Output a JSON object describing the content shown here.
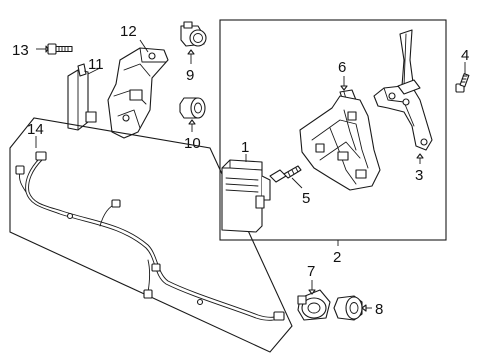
{
  "diagram": {
    "callouts": {
      "c1": "1",
      "c2": "2",
      "c3": "3",
      "c4": "4",
      "c5": "5",
      "c6": "6",
      "c7": "7",
      "c8": "8",
      "c9": "9",
      "c10": "10",
      "c11": "11",
      "c12": "12",
      "c13": "13",
      "c14": "14"
    },
    "parts": [
      {
        "callout": "1",
        "name": "control module"
      },
      {
        "callout": "2",
        "name": "module assembly"
      },
      {
        "callout": "3",
        "name": "bracket"
      },
      {
        "callout": "4",
        "name": "bolt"
      },
      {
        "callout": "5",
        "name": "screw"
      },
      {
        "callout": "6",
        "name": "clip"
      },
      {
        "callout": "7",
        "name": "sensor"
      },
      {
        "callout": "8",
        "name": "grommet"
      },
      {
        "callout": "9",
        "name": "sensor"
      },
      {
        "callout": "10",
        "name": "grommet"
      },
      {
        "callout": "11",
        "name": "bracket"
      },
      {
        "callout": "12",
        "name": "bracket"
      },
      {
        "callout": "13",
        "name": "bolt"
      },
      {
        "callout": "14",
        "name": "wire harness"
      }
    ]
  }
}
